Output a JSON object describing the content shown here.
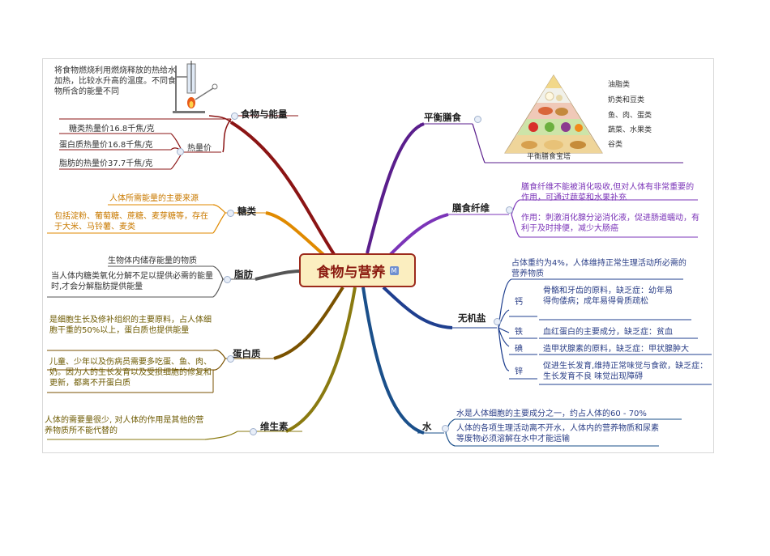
{
  "center": {
    "title": "食物与营养",
    "badge": "M"
  },
  "left": {
    "food_energy": {
      "title": "食物与能量",
      "experiment_note": "将食物燃烧利用燃烧释放的热给水加热，比较水升高的温度。不同食物所含的能量不同",
      "heat_label": "热量价",
      "heat_items": [
        "糖类热量价16.8千焦/克",
        "蛋白质热量价16.8千焦/克",
        "脂肪的热量价37.7千焦/克"
      ]
    },
    "sugar": {
      "title": "糖类",
      "item1": "人体所需能量的主要来源",
      "item2": "包括淀粉、葡萄糖、蔗糖、麦芽糖等，存在于大米、马铃薯、麦类"
    },
    "fat": {
      "title": "脂肪",
      "item1": "生物体内储存能量的物质",
      "item2": "当人体内糖类氧化分解不足以提供必需的能量时,才会分解脂肪提供能量"
    },
    "protein": {
      "title": "蛋白质",
      "item1": "是细胞生长及修补组织的主要原料，占人体细胞干重的50%以上，蛋白质也提供能量",
      "item2": "儿童、少年以及伤病员需要多吃蛋、鱼、肉、奶。因为人的生长发育以及受损细胞的修复和更新，都离不开蛋白质"
    },
    "vitamin": {
      "title": "维生素",
      "item1": "人体的需要量很少, 对人体的作用是其他的营养物质所不能代替的"
    }
  },
  "right": {
    "balanced_diet": {
      "title": "平衡膳食",
      "pyramid_caption": "平衡膳食宝塔",
      "levels": [
        "油脂类",
        "奶类和豆类",
        "鱼、肉、蛋类",
        "蔬菜、水果类",
        "谷类"
      ]
    },
    "fiber": {
      "title": "膳食纤维",
      "item1": "膳食纤维不能被消化吸收,但对人体有非常重要的作用，可通过蔬菜和水果补充",
      "item2": "作用：刺激消化腺分泌消化液，促进肠道蠕动，有利于及时排便，减少大肠癌"
    },
    "minerals": {
      "title": "无机盐",
      "intro": "占体重约为4%，人体维持正常生理活动所必需的营养物质",
      "items": [
        {
          "name": "钙",
          "text": "骨骼和牙齿的原料，缺乏症：幼年易得佝偻病；成年易得骨质疏松"
        },
        {
          "name": "铁",
          "text": "血红蛋白的主要成分，缺乏症：贫血"
        },
        {
          "name": "碘",
          "text": "造甲状腺素的原料，缺乏症：甲状腺肿大"
        },
        {
          "name": "锌",
          "text": "促进生长发育,维持正常味觉与食欲，缺乏症：生长发育不良 味觉出现障碍"
        }
      ]
    },
    "water": {
      "title": "水",
      "item1": "水是人体细胞的主要成分之一，约占人体的60 - 70%",
      "item2": "人体的各项生理活动离不开水，人体内的营养物质和尿素等废物必须溶解在水中才能运输"
    }
  },
  "colors": {
    "center_border": "#9c2a1c",
    "center_fill": "#fbeec0",
    "food_energy": "#8b1414",
    "sugar": "#e08a00",
    "fat": "#555555",
    "protein": "#7a5200",
    "vitamin": "#8a7a10",
    "balanced_diet": "#5a1e8c",
    "fiber": "#7b34b8",
    "minerals": "#1f3f8f",
    "water": "#1a4f8a"
  }
}
